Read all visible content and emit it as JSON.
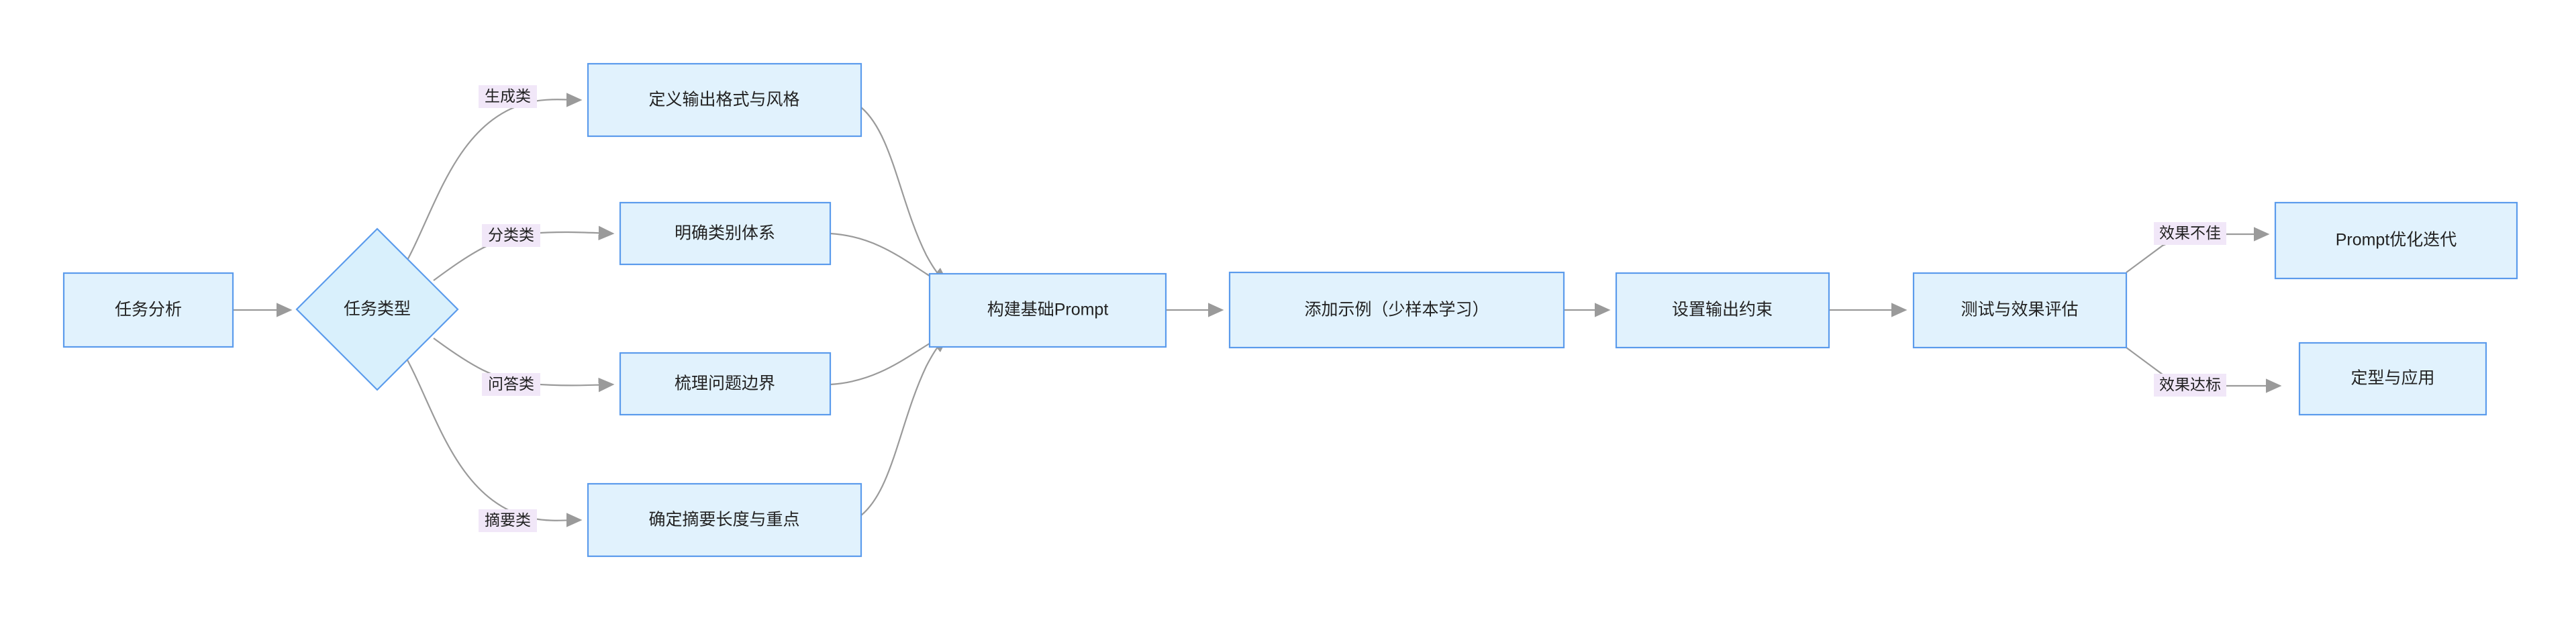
{
  "diagram": {
    "type": "flowchart",
    "orientation": "left-to-right",
    "background_color": "#ffffff",
    "node_fill_color": "#e1f2fd",
    "node_border_color": "#5b9bec",
    "edge_color": "#9a9a9a",
    "edge_label_bg_color": "#f1e7f8",
    "text_color": "#222222"
  },
  "nodes": {
    "task_analysis": {
      "label": "任务分析",
      "shape": "rect"
    },
    "task_type": {
      "label": "任务类型",
      "shape": "diamond"
    },
    "define_format": {
      "label": "定义输出格式与风格",
      "shape": "rect"
    },
    "clarify_categories": {
      "label": "明确类别体系",
      "shape": "rect"
    },
    "question_boundary": {
      "label": "梳理问题边界",
      "shape": "rect"
    },
    "summary_length": {
      "label": "确定摘要长度与重点",
      "shape": "rect"
    },
    "build_prompt": {
      "label": "构建基础Prompt",
      "shape": "rect"
    },
    "add_examples": {
      "label": "添加示例（少样本学习）",
      "shape": "rect"
    },
    "output_constraints": {
      "label": "设置输出约束",
      "shape": "rect"
    },
    "test_evaluate": {
      "label": "测试与效果评估",
      "shape": "rect"
    },
    "prompt_optimize": {
      "label": "Prompt优化迭代",
      "shape": "rect"
    },
    "finalize_apply": {
      "label": "定型与应用",
      "shape": "rect"
    }
  },
  "edge_labels": {
    "generation": "生成类",
    "classification": "分类类",
    "qa": "问答类",
    "summary": "摘要类",
    "poor_result": "效果不佳",
    "meets_standard": "效果达标"
  },
  "edges": [
    {
      "from": "task_analysis",
      "to": "task_type",
      "label": ""
    },
    {
      "from": "task_type",
      "to": "define_format",
      "label": "生成类"
    },
    {
      "from": "task_type",
      "to": "clarify_categories",
      "label": "分类类"
    },
    {
      "from": "task_type",
      "to": "question_boundary",
      "label": "问答类"
    },
    {
      "from": "task_type",
      "to": "summary_length",
      "label": "摘要类"
    },
    {
      "from": "define_format",
      "to": "build_prompt",
      "label": ""
    },
    {
      "from": "clarify_categories",
      "to": "build_prompt",
      "label": ""
    },
    {
      "from": "question_boundary",
      "to": "build_prompt",
      "label": ""
    },
    {
      "from": "summary_length",
      "to": "build_prompt",
      "label": ""
    },
    {
      "from": "build_prompt",
      "to": "add_examples",
      "label": ""
    },
    {
      "from": "add_examples",
      "to": "output_constraints",
      "label": ""
    },
    {
      "from": "output_constraints",
      "to": "test_evaluate",
      "label": ""
    },
    {
      "from": "test_evaluate",
      "to": "prompt_optimize",
      "label": "效果不佳"
    },
    {
      "from": "test_evaluate",
      "to": "finalize_apply",
      "label": "效果达标"
    }
  ]
}
